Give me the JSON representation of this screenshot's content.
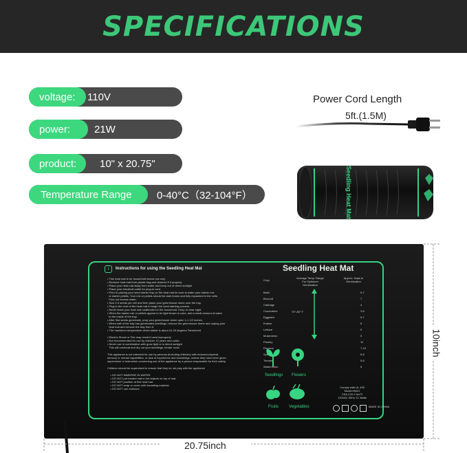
{
  "banner": {
    "title": "SPECIFICATIONS"
  },
  "specs": [
    {
      "label": "voltage:",
      "value": "110V"
    },
    {
      "label": "power:",
      "value": "21W"
    },
    {
      "label": "product:",
      "value": "10\" x 20.75\""
    },
    {
      "label": "Temperature Range",
      "value": "0-40°C（32-104°F）"
    }
  ],
  "power_cord": {
    "title": "Power Cord Length",
    "length": "5ft.(1.5M)"
  },
  "rolled_mat": {
    "label": "Seedling Heat Mat"
  },
  "mat": {
    "instructions_heading": "Instructions for using the Seedling Heat Mat",
    "product_title": "Seedling Heat Mat",
    "categories": [
      "Seedlings",
      "Flowers",
      "Fruits",
      "Vegetables"
    ],
    "table_header_left": "Crop",
    "table_header_mid": "Average Temp. Range For Optimum Germination",
    "table_header_right": "Approx. Days to Germination",
    "crops": [
      "Basil",
      "Broccoli",
      "Cabbage",
      "Cucumbers",
      "Eggplant",
      "Endive",
      "Lettuce",
      "Muskmelon",
      "Parsley",
      "Peppers",
      "Spinach",
      "Tomato",
      "Watermelon"
    ],
    "temp_range": "70°-85° F",
    "compliance": "Comply with UL 499",
    "model": "Model:HM01",
    "csa": "CSA C22.2 No72",
    "rating": "120VAC 60Hz 21 Watts",
    "made_in": "MADE IN CHINA"
  },
  "dimensions": {
    "width": "20.75inch",
    "height": "10inch"
  },
  "colors": {
    "accent": "#3dd87e",
    "banner_bg": "#262626",
    "pill_bg": "#4a4a4a",
    "mat_border": "#37d482"
  }
}
